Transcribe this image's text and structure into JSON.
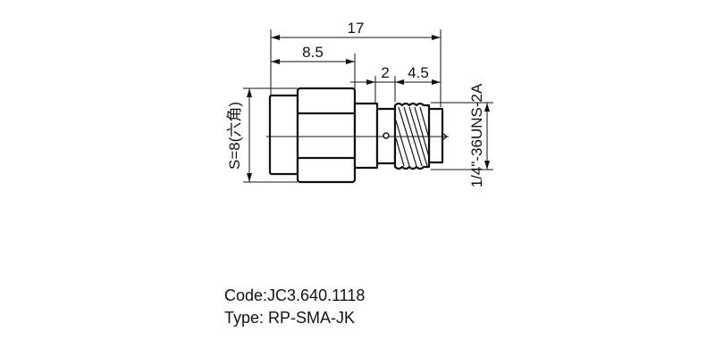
{
  "dimensions": {
    "overall_length": "17",
    "hex_length": "8.5",
    "groove": "2",
    "thread_length": "4.5",
    "hex_size": "S=8(六角)",
    "thread_spec": "1/4\"-36UNS-2A"
  },
  "caption": {
    "code": "Code:JC3.640.1118",
    "type": "Type: RP-SMA-JK"
  }
}
